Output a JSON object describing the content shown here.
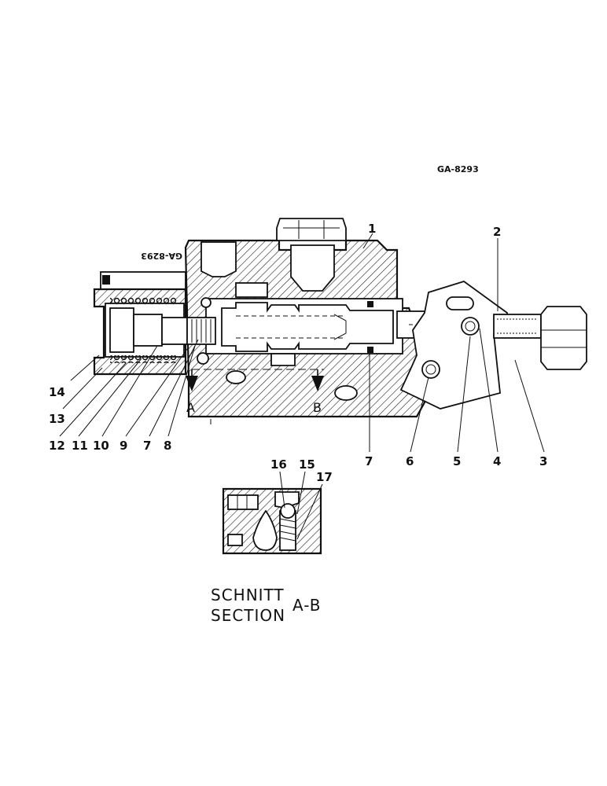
{
  "drawing_ref": "GA-8293",
  "housing_ref": "GA-8293",
  "callouts": [
    "1",
    "2",
    "3",
    "4",
    "5",
    "6",
    "7",
    "7",
    "8",
    "9",
    "10",
    "11",
    "12",
    "13",
    "14",
    "15",
    "16",
    "17"
  ],
  "section_marks": {
    "a": "A",
    "b": "B"
  },
  "section_caption": {
    "line1": "SCHNITT",
    "line2": "SECTION",
    "name": "A-B"
  }
}
